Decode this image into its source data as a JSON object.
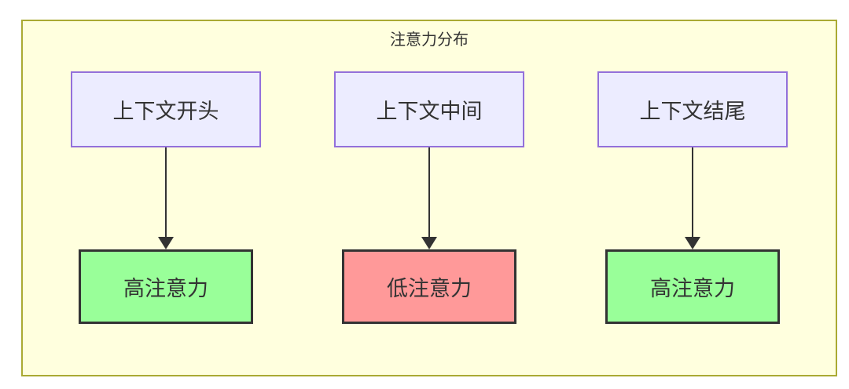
{
  "diagram": {
    "title": "注意力分布",
    "colors": {
      "page_bg": "#ffffff",
      "container_bg": "#ffffde",
      "container_border": "#aaaa33",
      "source_bg": "#ececff",
      "source_border": "#9370db",
      "high_bg": "#99ff99",
      "low_bg": "#ff9999",
      "result_border": "#333333",
      "arrow_color": "#333333",
      "text_color": "#333333"
    },
    "columns": [
      {
        "source": "上下文开头",
        "result": "高注意力",
        "level": "high"
      },
      {
        "source": "上下文中间",
        "result": "低注意力",
        "level": "low"
      },
      {
        "source": "上下文结尾",
        "result": "高注意力",
        "level": "high"
      }
    ]
  }
}
